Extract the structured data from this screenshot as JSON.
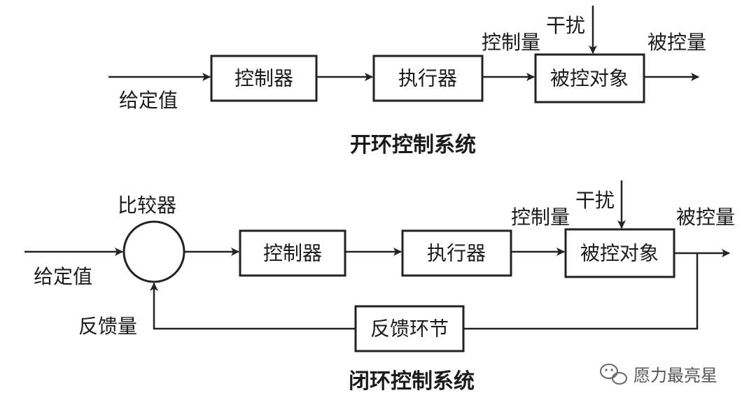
{
  "open_loop": {
    "title": "开环控制系统",
    "input_label": "给定值",
    "controller": "控制器",
    "actuator": "执行器",
    "plant": "被控对象",
    "control_var": "控制量",
    "disturbance": "干扰",
    "output": "被控量"
  },
  "closed_loop": {
    "title": "闭环控制系统",
    "input_label": "给定值",
    "comparator": "比较器",
    "controller": "控制器",
    "actuator": "执行器",
    "plant": "被控对象",
    "control_var": "控制量",
    "disturbance": "干扰",
    "output": "被控量",
    "feedback_block": "反馈环节",
    "feedback_var": "反馈量"
  },
  "watermark": {
    "text": "愿力最亮星",
    "icon": "wechat-icon"
  },
  "colors": {
    "ink": "#222222",
    "background": "#ffffff"
  }
}
